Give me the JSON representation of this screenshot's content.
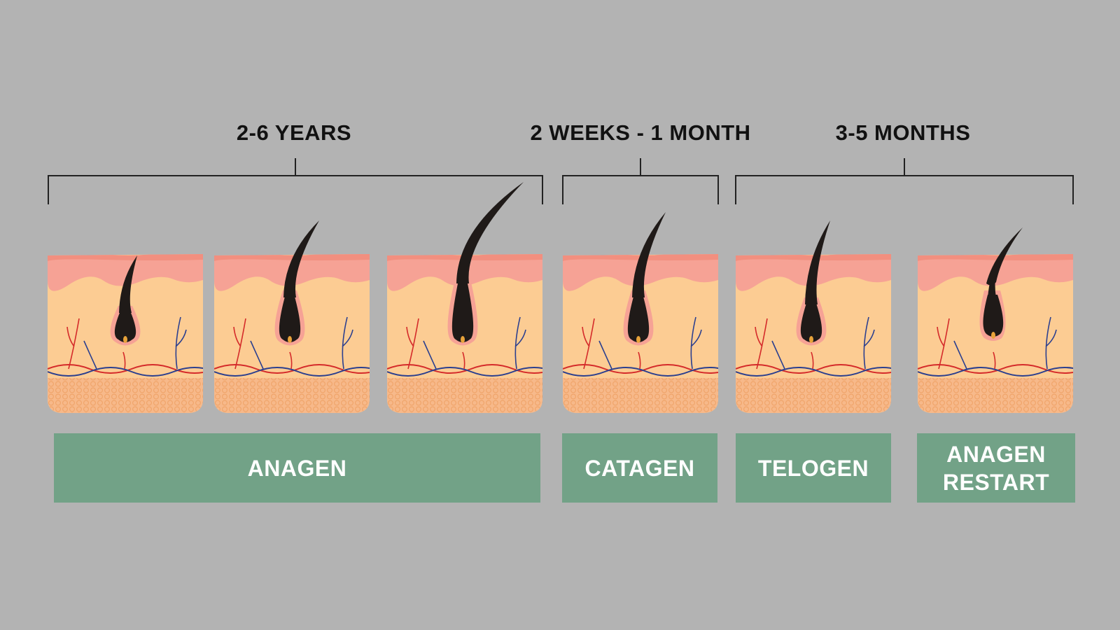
{
  "durations": [
    {
      "label": "2-6 YEARS"
    },
    {
      "label": "2 WEEKS - 1 MONTH"
    },
    {
      "label": "3-5 MONTHS"
    }
  ],
  "phases": [
    {
      "label": "ANAGEN"
    },
    {
      "label": "CATAGEN"
    },
    {
      "label": "TELOGEN"
    },
    {
      "label": "ANAGEN\nRESTART"
    }
  ],
  "colors": {
    "background": "#b3b3b3",
    "phase_bar": "#72a287",
    "phase_text": "#ffffff",
    "epidermis": "#f6a295",
    "dermis": "#fccc93",
    "fat_layer": "#f0a56b",
    "hair": "#1f1a18",
    "artery": "#d42a2a",
    "vein": "#2b3f8f"
  }
}
